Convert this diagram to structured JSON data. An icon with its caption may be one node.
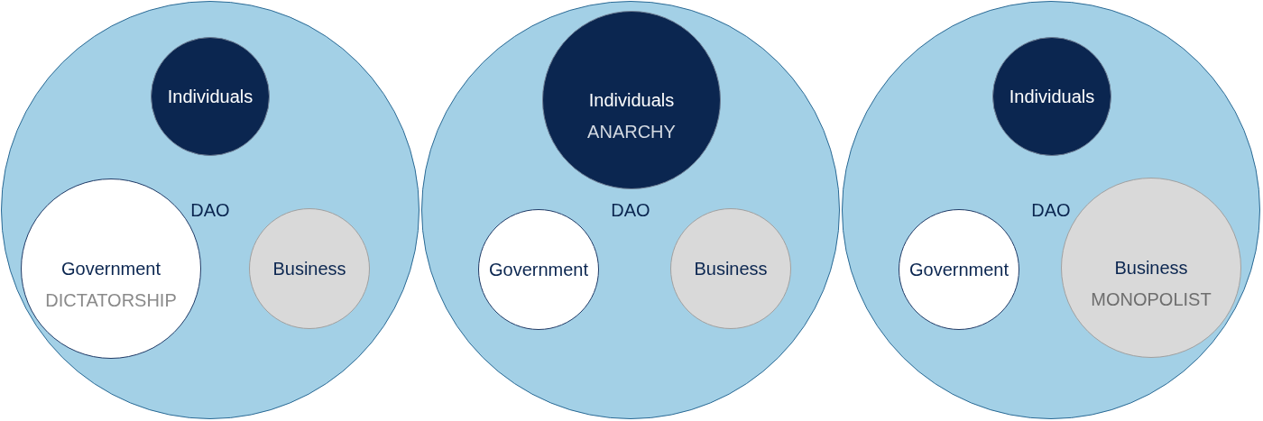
{
  "diagram": {
    "nodes": [
      {
        "text": [
          "DAO"
        ]
      },
      {
        "text": [
          "Individuals"
        ],
        "in": 0
      },
      {
        "text": [
          "Government",
          "DICTATORSHIP"
        ],
        "in": 0
      },
      {
        "text": [
          "Business"
        ],
        "in": 0
      },
      {
        "text": [
          "DAO"
        ]
      },
      {
        "text": [
          "Individuals",
          "ANARCHY"
        ],
        "in": 4
      },
      {
        "text": [
          "Government"
        ],
        "in": 4
      },
      {
        "text": [
          "Business"
        ],
        "in": 4
      },
      {
        "text": [
          "DAO"
        ]
      },
      {
        "text": [
          "Individuals"
        ],
        "in": 8
      },
      {
        "text": [
          "Government"
        ],
        "in": 8
      },
      {
        "text": [
          "Business",
          "MONOPOLIST"
        ],
        "in": 8
      }
    ],
    "edges": []
  }
}
